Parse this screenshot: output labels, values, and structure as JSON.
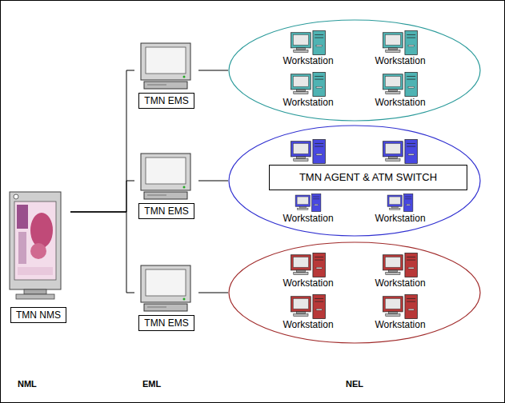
{
  "diagram": {
    "nodes": [
      {
        "text": [
          "TMN NMS"
        ]
      },
      {
        "text": [
          "TMN EMS"
        ]
      },
      {
        "text": [
          "TMN EMS"
        ]
      },
      {
        "text": [
          "TMN EMS"
        ]
      },
      {
        "text": [
          "Workstation",
          "Workstation",
          "Workstation",
          "Workstation"
        ]
      },
      {
        "text": [
          "Workstation",
          "Workstation"
        ]
      },
      {
        "text": [
          "TMN AGENT & ATM SWITCH"
        ],
        "in": 5
      },
      {
        "text": [
          "Workstation",
          "Workstation",
          "Workstation",
          "Workstation"
        ]
      }
    ],
    "edges": [
      {
        "from": 0,
        "to": 1,
        "arrow": "none"
      },
      {
        "from": 0,
        "to": 2,
        "arrow": "none"
      },
      {
        "from": 0,
        "to": 3,
        "arrow": "none"
      },
      {
        "from": 1,
        "to": 4,
        "arrow": "none"
      },
      {
        "from": 2,
        "to": 5,
        "arrow": "none"
      },
      {
        "from": 3,
        "to": 7,
        "arrow": "none"
      }
    ],
    "labels": [
      "NML",
      "EML",
      "NEL"
    ]
  }
}
